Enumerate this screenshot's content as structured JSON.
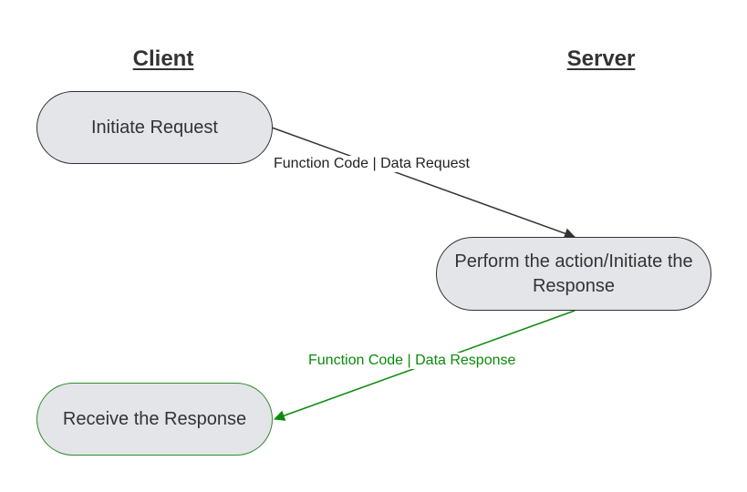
{
  "columns": {
    "client": "Client",
    "server": "Server"
  },
  "nodes": {
    "initiate_request": "Initiate Request",
    "perform_action": "Perform the action/Initiate the Response",
    "receive_response": "Receive the Response"
  },
  "edges": {
    "request_label": "Function Code | Data Request",
    "response_label": "Function Code | Data Response"
  },
  "colors": {
    "text": "#333333",
    "node_fill": "#e3e5e8",
    "request_arrow": "#333333",
    "response_arrow": "#0a8a0a"
  }
}
